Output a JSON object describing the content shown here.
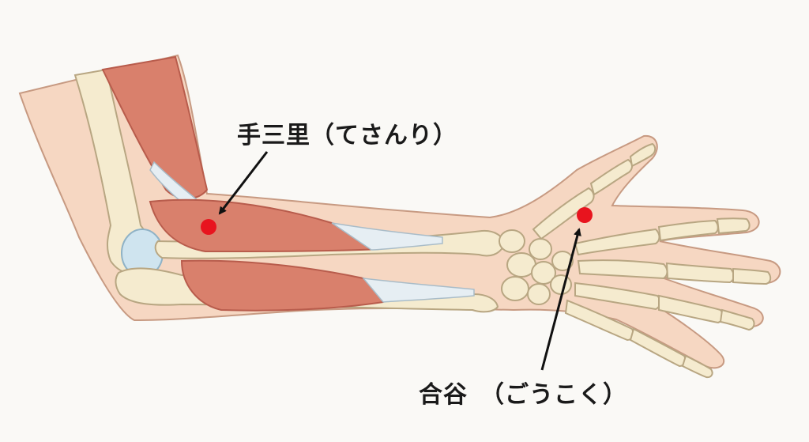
{
  "labels": {
    "tesanri": "手三里（てさんり）",
    "goukoku": "合谷　（ごうこく）"
  },
  "colors": {
    "background": "#faf9f6",
    "skin": "#f6d7c2",
    "skin_outline": "#c79a82",
    "bone": "#f5ebcf",
    "bone_outline": "#b8a682",
    "muscle": "#d9806c",
    "muscle_dark": "#b85c4c",
    "tendon": "#e6eef3",
    "cartilage": "#cfe4ef",
    "acupoint": "#e8141e",
    "arrow": "#111111"
  },
  "points": [
    {
      "name": "tesanri",
      "label_key": "tesanri"
    },
    {
      "name": "goukoku",
      "label_key": "goukoku"
    }
  ]
}
